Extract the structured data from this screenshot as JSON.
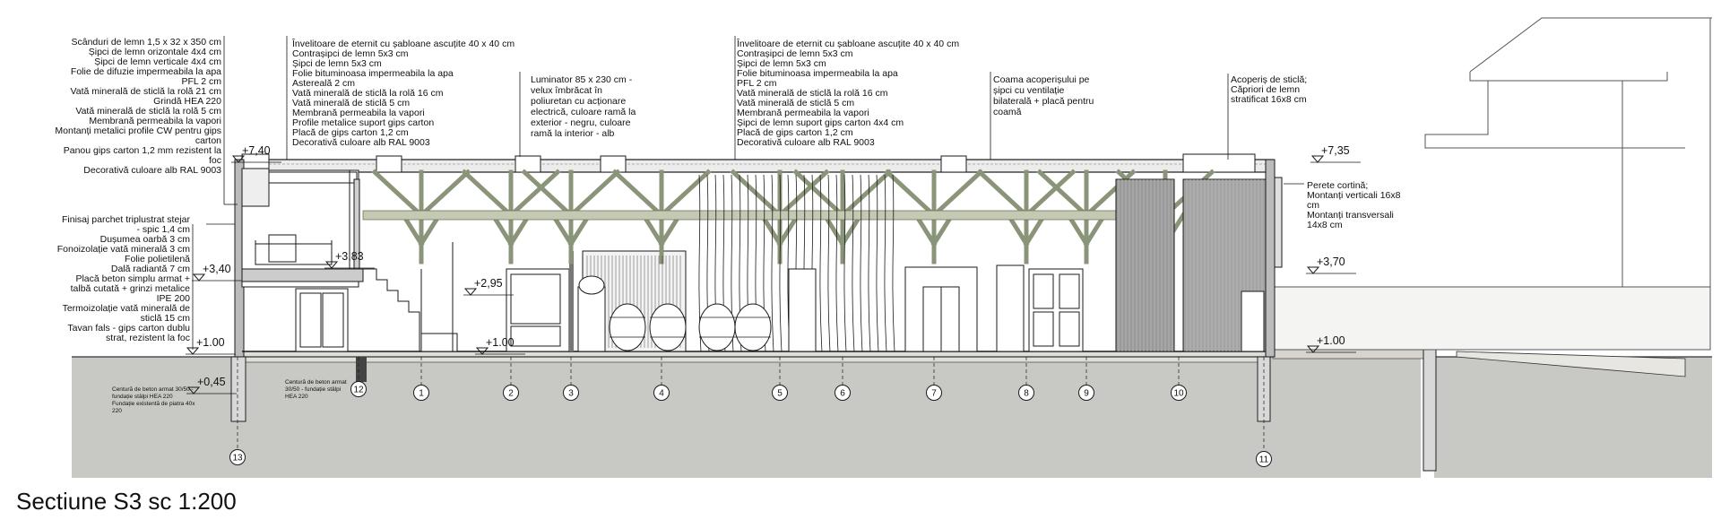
{
  "caption": "Sectiune S3 sc 1:200",
  "notes": {
    "wall_left": [
      "Scânduri de lemn 1,5 x 32 x 350 cm",
      "Șipci de lemn orizontale 4x4 cm",
      "Șipci de lemn verticale 4x4 cm",
      "Folie de difuzie impermeabila la apa",
      "PFL 2 cm",
      "Vată minerală de sticlă la rolă 21 cm",
      "Grindă HEA 220",
      "Vată minerală de sticlă la rolă 5 cm",
      "Membrană permeabila la vapori",
      "Montanți metalici profile CW pentru gips",
      "carton",
      "Panou gips carton 1,2 mm rezistent la",
      "foc",
      "Decorativă culoare alb RAL 9003"
    ],
    "floor_left": [
      "Finisaj parchet triplustrat stejar",
      "- spic 1,4 cm",
      "Dușumea oarbă 3 cm",
      "Fonoizolație vată minerală 3 cm",
      "Folie polietilenă",
      "Dală radiantă 7 cm",
      "Placă beton simplu armat +",
      "talbă cutată + grinzi metalice",
      "IPE 200",
      "Termoizolație vată minerală de",
      "sticlă 15 cm",
      "Tavan fals - gips carton dublu",
      "strat, rezistent la foc"
    ],
    "roof_1": [
      "Învelitoare de eternit cu șabloane ascuțite 40 x 40 cm",
      "Contrașipci de lemn  5x3 cm",
      "Șipci de lemn  5x3 cm",
      "Folie bituminoasa impermeabila la apa",
      "Astereală 2 cm",
      "Vată minerală de sticlă la rolă 16 cm",
      "Vată minerală de sticlă 5 cm",
      "Membrană permeabila la vapori",
      "Profile metalice suport gips carton",
      "Placă de gips carton 1,2 cm",
      "Decorativă culoare alb RAL 9003"
    ],
    "skylight": [
      "Luminator 85 x 230 cm -",
      "velux îmbrăcat în",
      "poliuretan cu acționare",
      "electrică, culoare ramă la",
      "exterior - negru, culoare",
      "ramă la interior - alb"
    ],
    "roof_2": [
      "Învelitoare de eternit cu șabloane ascuțite 40 x 40 cm",
      "Contrașipci de lemn  5x3 cm",
      "Șipci de lemn  5x3 cm",
      "Folie bituminoasa impermeabila la apa",
      "PFL 2 cm",
      "Vată minerală de sticlă la rolă 16 cm",
      "Vată minerală de sticlă 5 cm",
      "Membrană permeabila la vapori",
      "Șipci de lemn suport gips carton 4x4 cm",
      "Placă de gips carton 1,2 cm",
      "Decorativă culoare alb RAL 9003"
    ],
    "ridge": [
      "Coama acoperișului pe",
      "șipci cu ventilație",
      "bilaterală + placă pentru",
      "coamă"
    ],
    "glass_roof": [
      "Acoperiș de sticlă;",
      "Căpriori de lemn",
      "stratificat 16x8 cm"
    ],
    "curtain_wall": [
      "Perete cortină;",
      "Montanți verticali 16x8",
      "cm",
      "Montanți transversali",
      "14x8 cm"
    ],
    "foundation_1": [
      "Centură de beton armat 30/50 -",
      "fundație stâlpi HEA 220",
      "Fundație existentă de piatra 40x",
      "220"
    ],
    "foundation_2": [
      "Centură de beton armat",
      "30/50 - fundație stâlpi",
      "HEA 220"
    ]
  },
  "levels": {
    "l740": "+7,40",
    "l735": "+7,35",
    "l340": "+3,40",
    "l383": "+3,83",
    "l295": "+2,95",
    "l370": "+3,70",
    "l100a": "+1.00",
    "l100b": "+1.00",
    "l100c": "+1.00",
    "l045": "+0,45"
  },
  "axes": [
    "1",
    "2",
    "3",
    "4",
    "5",
    "6",
    "7",
    "8",
    "9",
    "10",
    "11",
    "12",
    "13"
  ],
  "colors": {
    "truss": "#8a9478",
    "ground": "#c8c8c4",
    "glass": "#9a9a9a",
    "line": "#1a1a1a"
  }
}
